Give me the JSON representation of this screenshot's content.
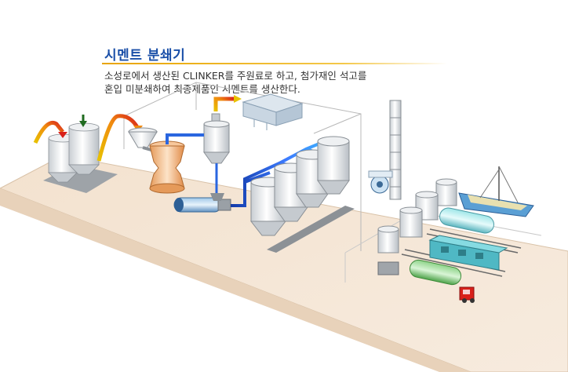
{
  "header": {
    "title": "시멘트 분쇄기",
    "description_line1": "소성로에서 생산된 CLINKER를 주원료로 하고, 첨가재인 석고를",
    "description_line2": "혼입 미분쇄하여 최종제품인 시멘트를 생산한다."
  },
  "colors": {
    "title": "#1a4fa8",
    "underline": "#e8a300",
    "floor": "#f5e6d6",
    "pipe_blue": "#1d4fd6",
    "pipe_hot": "#e0301e",
    "silo": "#e4e7ea",
    "mill": "#f0b07a"
  },
  "icons": [
    "raw-silo-icon",
    "gypsum-silo-icon",
    "feed-hopper-icon",
    "ball-mill-icon",
    "separator-icon",
    "dust-collector-icon",
    "cement-silo-icon",
    "chimney-icon",
    "ship-icon",
    "train-icon",
    "truck-icon",
    "tank-truck-icon"
  ]
}
